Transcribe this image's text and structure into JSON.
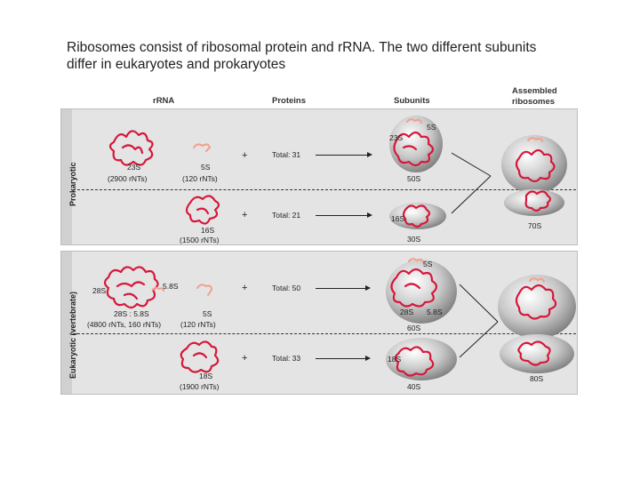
{
  "title": "Ribosomes consist of ribosomal protein and rRNA. The two different subunits differ in eukaryotes and prokaryotes",
  "columns": {
    "rrna": "rRNA",
    "proteins": "Proteins",
    "subunits": "Subunits",
    "assembled_line1": "Assembled",
    "assembled_line2": "ribosomes"
  },
  "prokaryotic": {
    "label": "Prokaryotic",
    "large": {
      "rrna_a": "23S",
      "rrna_a_nt": "(2900 rNTs)",
      "rrna_b": "5S",
      "rrna_b_nt": "(120 rNTs)",
      "plus": "+",
      "proteins": "Total:  31",
      "sub_5s": "5S",
      "sub_23s": "23S",
      "subunit": "50S"
    },
    "small": {
      "rrna": "16S",
      "rrna_nt": "(1500 rNTs)",
      "plus": "+",
      "proteins": "Total:  21",
      "sub_16s": "16S",
      "subunit": "30S"
    },
    "assembled": "70S"
  },
  "eukaryotic": {
    "label": "Eukaryotic (vertebrate)",
    "large": {
      "rrna_28s": "28S",
      "rrna_58s": "5.8S",
      "rrna_a": "28S : 5.8S",
      "rrna_a_nt": "(4800 rNTs, 160 rNTs)",
      "rrna_b": "5S",
      "rrna_b_nt": "(120 rNTs)",
      "plus": "+",
      "proteins": "Total:  50",
      "sub_5s": "5S",
      "sub_28s": "28S",
      "sub_58s": "5.8S",
      "subunit": "60S"
    },
    "small": {
      "rrna": "18S",
      "rrna_nt": "(1900 rNTs)",
      "plus": "+",
      "proteins": "Total:  33",
      "sub_18s": "18S",
      "subunit": "40S"
    },
    "assembled": "80S"
  },
  "colors": {
    "rrna": "#d6173a",
    "rrna_5s": "#f2a08a",
    "subunit": "#b0b0b0",
    "panel": "#e4e4e4"
  }
}
